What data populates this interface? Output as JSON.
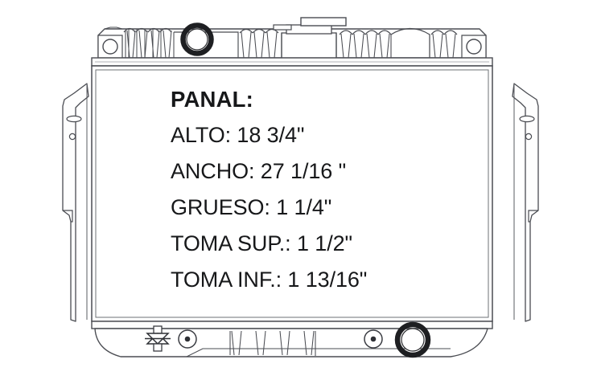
{
  "document": {
    "title": "PANAL:",
    "type": "technical-drawing",
    "subject": "radiator",
    "background_color": "#ffffff",
    "line_color": "#3d3f45",
    "text_color": "#17181a"
  },
  "specs": {
    "heading": "PANAL:",
    "items": [
      {
        "label": "ALTO:",
        "value": "18 3/4\"",
        "full": "ALTO: 18 3/4\""
      },
      {
        "label": "ANCHO:",
        "value": "27 1/16 \"",
        "full": "ANCHO: 27 1/16 \""
      },
      {
        "label": "GRUESO:",
        "value": "1 1/4\"",
        "full": "GRUESO: 1 1/4\""
      },
      {
        "label": "TOMA SUP.:",
        "value": "1 1/2\"",
        "full": "TOMA SUP.: 1 1/2\""
      },
      {
        "label": "TOMA INF.:",
        "value": "1 13/16\"",
        "full": "TOMA INF.: 1 13/16\""
      }
    ]
  },
  "drawing": {
    "parts": {
      "upper_tank": "upper-tank",
      "lower_tank": "lower-tank",
      "core_panel": "core-panel",
      "left_bracket": "left-mounting-bracket",
      "right_bracket": "right-mounting-bracket",
      "filler_neck": "filler-neck-cap",
      "upper_inlet": "upper-inlet-port",
      "lower_outlet": "lower-outlet-port",
      "drain_petcock": "drain-petcock-valve",
      "upper_left_hole": "upper-left-mounting-hole",
      "upper_right_hole": "upper-right-mounting-hole",
      "lower_left_port": "lower-left-small-port",
      "lower_right_port": "lower-right-small-port"
    }
  }
}
